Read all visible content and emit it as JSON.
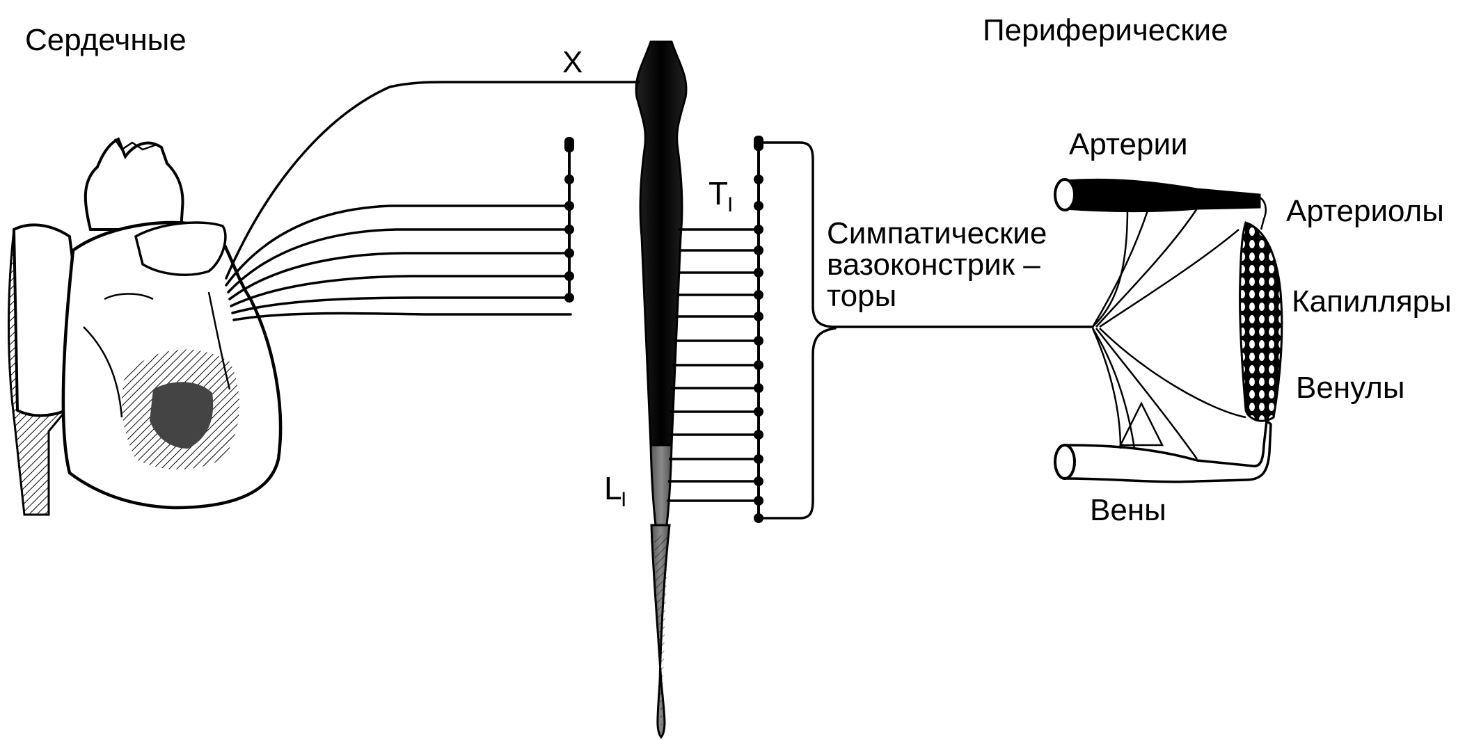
{
  "labels": {
    "cardiac": "Сердечные",
    "peripheral": "Периферические",
    "vagus": "X",
    "thoracic": "T",
    "thoracic_sub": "I",
    "lumbar": "L",
    "lumbar_sub": "I",
    "sympathetic_line1": "Симпатические",
    "sympathetic_line2": "вазоконстрик –",
    "sympathetic_line3": "торы",
    "arteries": "Артерии",
    "arterioles": "Артериолы",
    "capillaries": "Капилляры",
    "venules": "Венулы",
    "veins": "Вены"
  },
  "colors": {
    "ink": "#000000",
    "paper": "#ffffff",
    "cord_gray": "#7a7a7a",
    "heart_shade": "#555555"
  }
}
